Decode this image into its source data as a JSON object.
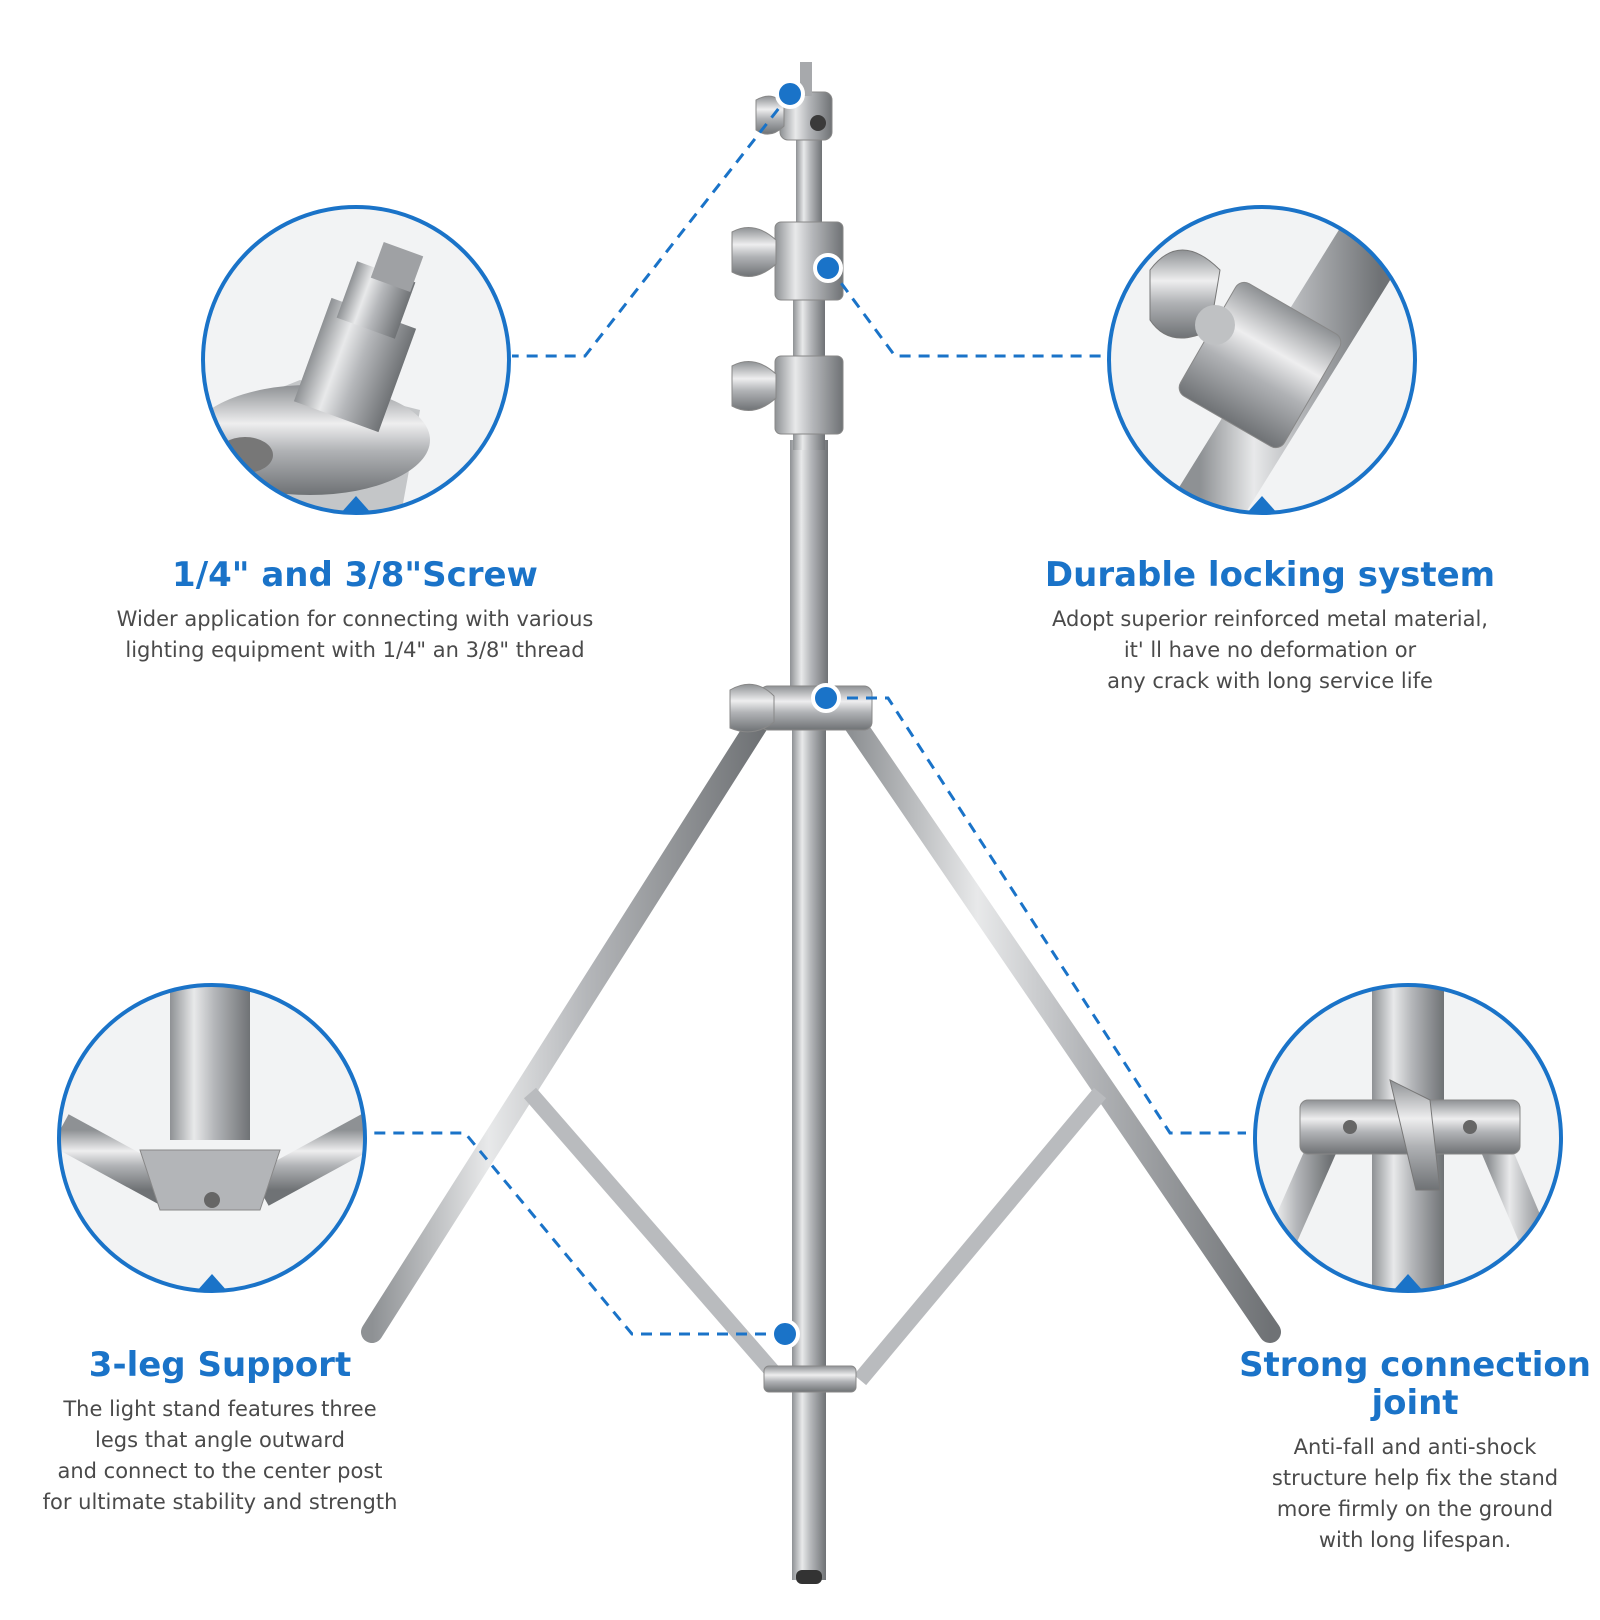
{
  "features": [
    {
      "id": "screw",
      "title": "1/4\" and 3/8\"Screw",
      "lines": [
        "Wider application for connecting with various",
        "lighting equipment with 1/4\" an 3/8\" thread"
      ]
    },
    {
      "id": "lock",
      "title": "Durable locking system",
      "lines": [
        "Adopt superior reinforced metal material,",
        "it' ll have no deformation or",
        "any crack  with long service life"
      ]
    },
    {
      "id": "leg",
      "title": "3-leg Support",
      "lines": [
        "The light stand features three",
        "legs that angle outward",
        "and connect to the center post",
        "for ultimate stability and strength"
      ]
    },
    {
      "id": "joint",
      "title": "Strong connection joint",
      "lines": [
        "Anti-fall and anti-shock",
        "structure help fix the stand",
        "more firmly on the ground",
        "with long lifespan."
      ]
    }
  ],
  "colors": {
    "accent": "#1a73c8",
    "text": "#4a4a4a",
    "metal": "#c9cbcd"
  }
}
